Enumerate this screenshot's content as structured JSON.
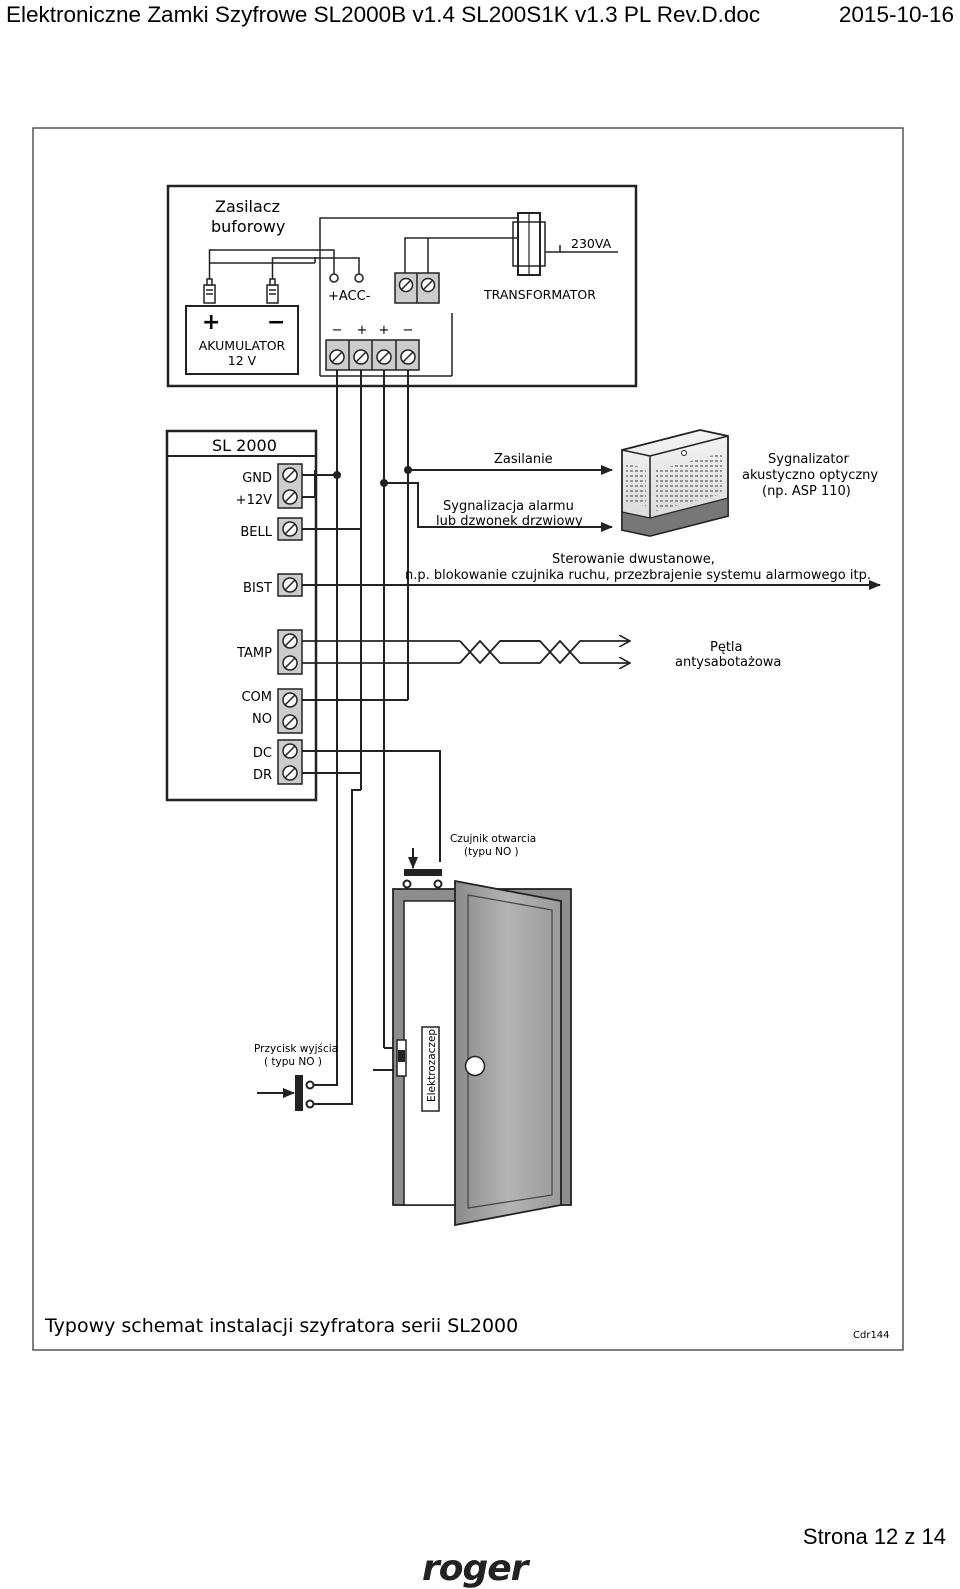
{
  "header": {
    "doc_title": "Elektroniczne Zamki Szyfrowe SL2000B v1.4 SL200S1K v1.3 PL Rev.D.doc",
    "doc_date": "2015-10-16"
  },
  "diagram": {
    "psu_title_1": "Zasilacz",
    "psu_title_2": "buforowy",
    "battery_plus": "+",
    "battery_minus": "−",
    "battery_label_1": "AKUMULATOR",
    "battery_label_2": "12 V",
    "acc_label": "+ACC-",
    "psu_terminal_signs": [
      "−",
      "+",
      "+",
      "−"
    ],
    "transformer_label": "TRANSFORMATOR",
    "mains_label": "230VA",
    "controller_title": "SL 2000",
    "terminals": [
      "GND",
      "+12V",
      "BELL",
      "BIST",
      "TAMP",
      "COM",
      "NO",
      "DC",
      "DR"
    ],
    "power_label": "Zasilanie",
    "alarm_label_1": "Sygnalizacja alarmu",
    "alarm_label_2": "lub dzwonek drzwiowy",
    "siren_label_1": "Sygnalizator",
    "siren_label_2": "akustyczno optyczny",
    "siren_label_3": "(np. ASP 110)",
    "bist_label_1": "Sterowanie dwustanowe,",
    "bist_label_2": "n.p. blokowanie czujnika ruchu, przezbrajenie systemu alarmowego itp.",
    "tamper_label_1": "Pętla",
    "tamper_label_2": "antysabotażowa",
    "door_sensor_label_1": "Czujnik otwarcia",
    "door_sensor_label_2": "(typu NO )",
    "exit_button_label_1": "Przycisk wyjścia",
    "exit_button_label_2": "( typu NO )",
    "strike_label": "Elektrozaczep",
    "caption": "Typowy schemat instalacji szyfratora serii SL2000",
    "figure_code": "Cdr144"
  },
  "footer": {
    "page_label": "Strona 12 z 14",
    "logo_text": "roger"
  }
}
